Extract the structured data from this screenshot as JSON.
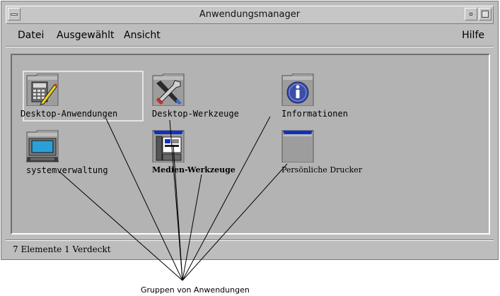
{
  "window": {
    "title": "Anwendungsmanager"
  },
  "menubar": {
    "items": [
      "Datei",
      "Ausgewählt",
      "Ansicht"
    ],
    "help": "Hilfe"
  },
  "icons": [
    {
      "label": "Desktop-Anwendungen",
      "icon": "calculator-pencil-icon",
      "selected": true
    },
    {
      "label": "Desktop-Werkzeuge",
      "icon": "tools-icon",
      "selected": false
    },
    {
      "label": "Informationen",
      "icon": "info-icon",
      "selected": false
    },
    {
      "label": "systemverwaltung",
      "icon": "computer-monitor-icon",
      "selected": false
    },
    {
      "label": "Medien-Werkzeuge",
      "icon": "media-tools-icon",
      "selected": false
    },
    {
      "label": "Persönliche Drucker",
      "icon": "folder-icon",
      "selected": false
    }
  ],
  "status": {
    "text": "7 Elemente 1 Verdeckt"
  },
  "callout": {
    "caption": "Gruppen von Anwendungen"
  },
  "colors": {
    "window_bg": "#bdbdbd",
    "workspace_bg": "#b3b3b3",
    "folder_body": "#9d9d9d",
    "folder_tab_blue": "#1030c0",
    "info_blue": "#3b4ea8"
  }
}
